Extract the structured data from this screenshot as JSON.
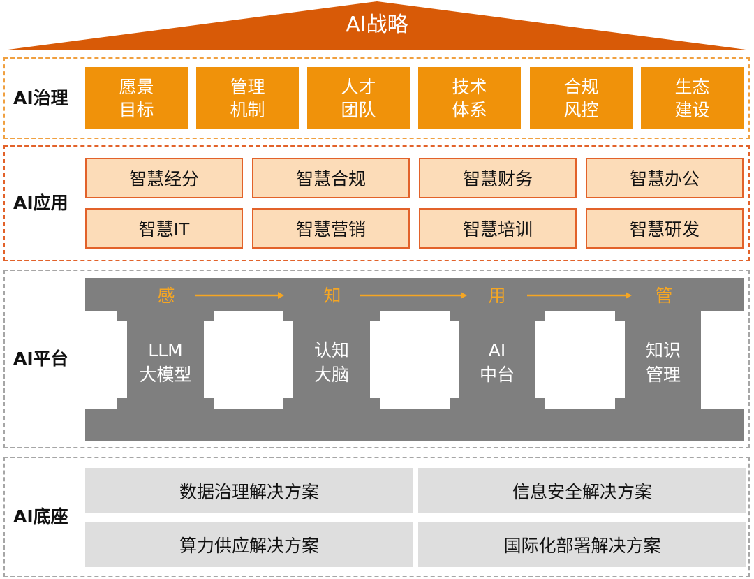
{
  "strategy": {
    "title": "AI战略"
  },
  "governance": {
    "label": "AI治理",
    "items": [
      {
        "line1": "愿景",
        "line2": "目标"
      },
      {
        "line1": "管理",
        "line2": "机制"
      },
      {
        "line1": "人才",
        "line2": "团队"
      },
      {
        "line1": "技术",
        "line2": "体系"
      },
      {
        "line1": "合规",
        "line2": "风控"
      },
      {
        "line1": "生态",
        "line2": "建设"
      }
    ]
  },
  "application": {
    "label": "AI应用",
    "items": [
      "智慧经分",
      "智慧合规",
      "智慧财务",
      "智慧办公",
      "智慧IT",
      "智慧营销",
      "智慧培训",
      "智慧研发"
    ]
  },
  "platform": {
    "label": "AI平台",
    "flow": [
      "感",
      "知",
      "用",
      "管"
    ],
    "pillars": [
      {
        "line1": "LLM",
        "line2": "大模型"
      },
      {
        "line1": "认知",
        "line2": "大脑"
      },
      {
        "line1": "AI",
        "line2": "中台"
      },
      {
        "line1": "知识",
        "line2": "管理"
      }
    ]
  },
  "foundation": {
    "label": "AI底座",
    "items": [
      "数据治理解决方案",
      "信息安全解决方案",
      "算力供应解决方案",
      "国际化部署解决方案"
    ]
  },
  "colors": {
    "roof": "#d85a07",
    "governance_box": "#f0920a",
    "application_box": "#fcdcb8",
    "application_border": "#e2622a",
    "platform_gray": "#7f7f7f",
    "flow_text": "#f5a623",
    "foundation_box": "#dedede"
  }
}
